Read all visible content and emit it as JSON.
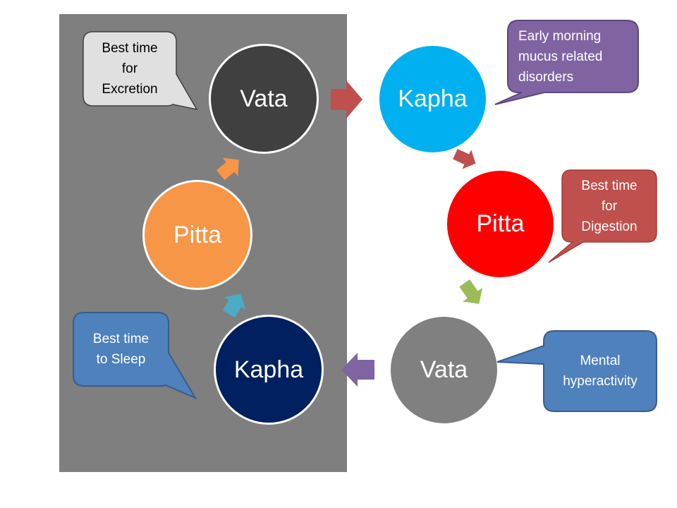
{
  "diagram": {
    "title": "Dosha daily cycle",
    "panel": {
      "name": "night-cycle-panel",
      "color": "#7f7f7f"
    },
    "nodes": [
      {
        "id": "vata-top",
        "label": "Vata",
        "fill": "#404040",
        "group": "left-panel"
      },
      {
        "id": "pitta-left",
        "label": "Pitta",
        "fill": "#f79646",
        "group": "left-panel"
      },
      {
        "id": "kapha-bottom",
        "label": "Kapha",
        "fill": "#002060",
        "group": "left-panel"
      },
      {
        "id": "kapha-top",
        "label": "Kapha",
        "fill": "#00b0f0",
        "group": "right"
      },
      {
        "id": "pitta-right",
        "label": "Pitta",
        "fill": "#ff0000",
        "group": "right"
      },
      {
        "id": "vata-bottom",
        "label": "Vata",
        "fill": "#808080",
        "group": "right"
      }
    ],
    "arrows": [
      {
        "from": "vata-top",
        "to": "kapha-top",
        "color": "#c0504d"
      },
      {
        "from": "kapha-top",
        "to": "pitta-right",
        "color": "#c0504d"
      },
      {
        "from": "pitta-right",
        "to": "vata-bottom",
        "color": "#9bbb59"
      },
      {
        "from": "vata-bottom",
        "to": "kapha-bottom",
        "color": "#8064a2"
      },
      {
        "from": "kapha-bottom",
        "to": "pitta-left",
        "color": "#4bacc6"
      },
      {
        "from": "pitta-left",
        "to": "vata-top",
        "color": "#f79646"
      }
    ],
    "callouts": [
      {
        "id": "excretion",
        "text": "Best time\nfor\nExcretion",
        "fill": "#e0e0e0",
        "text_color": "#000000",
        "target": "vata-top"
      },
      {
        "id": "mucus",
        "text": "Early morning\nmucus related\ndisorders",
        "fill": "#8064a2",
        "text_color": "#ffffff",
        "target": "kapha-top"
      },
      {
        "id": "digestion",
        "text": "Best time\nfor\nDigestion",
        "fill": "#c0504d",
        "text_color": "#ffffff",
        "target": "pitta-right"
      },
      {
        "id": "mental",
        "text": "Mental\nhyperactivity",
        "fill": "#4f81bd",
        "text_color": "#ffffff",
        "target": "vata-bottom"
      },
      {
        "id": "sleep",
        "text": "Best time\nto Sleep",
        "fill": "#4f81bd",
        "text_color": "#ffffff",
        "target": "kapha-bottom"
      }
    ]
  }
}
